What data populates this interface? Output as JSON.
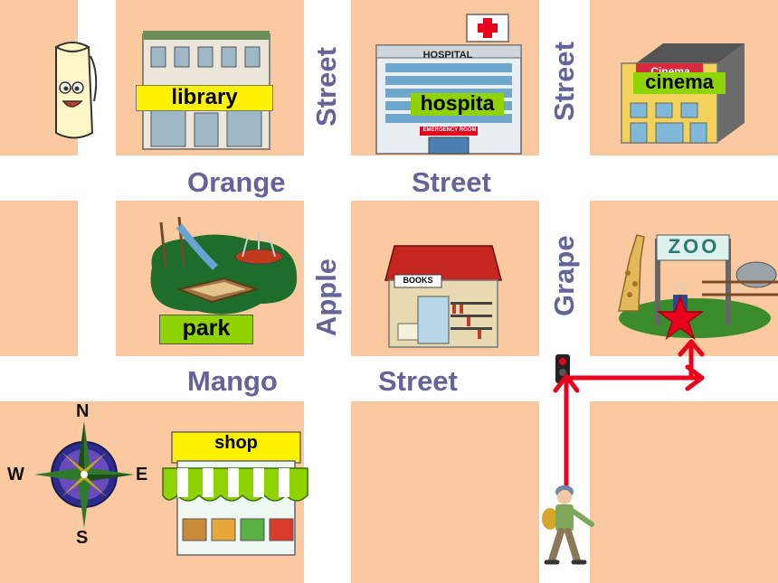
{
  "map": {
    "streets": {
      "orange": "Orange",
      "orange_street": "Street",
      "mango": "Mango",
      "mango_street": "Street",
      "street_top_left": "Street",
      "street_top_right": "Street",
      "apple": "Apple",
      "grape": "Grape"
    },
    "places": {
      "library": "library",
      "hospital": "hospita",
      "hospital_sign": "HOSPITAL",
      "emergency": "EMERGENCY ROOM",
      "cinema": "cinema",
      "cinema_sign": "Cinema",
      "park": "park",
      "books": "BOOKS",
      "zoo": "ZOO",
      "shop": "shop"
    },
    "compass": {
      "n": "N",
      "s": "S",
      "e": "E",
      "w": "W"
    },
    "colors": {
      "block": "#fbc9a0",
      "road": "#ffffff",
      "street_text": "#64639a",
      "route": "#e8001c",
      "label_yellow": "#fff200",
      "label_green": "#8fd400"
    },
    "route_icon": "red-route-arrow",
    "destination_icon": "red-star-icon"
  }
}
